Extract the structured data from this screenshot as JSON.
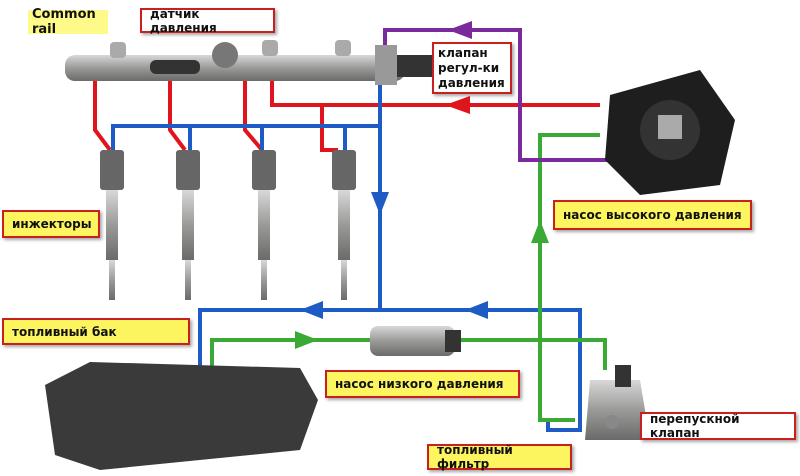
{
  "labels": {
    "common_rail": "Common rail",
    "pressure_sensor": "датчик давления",
    "pressure_valve": "клапан\nрегул-ки\nдавления",
    "high_pressure_pump": "насос высокого давления",
    "injectors": "инжекторы",
    "fuel_tank": "топливный бак",
    "low_pressure_pump": "насос низкого давления",
    "bypass_valve": "перепускной клапан",
    "fuel_filter": "топливный фильтр"
  },
  "colors": {
    "high_pressure": "#e0141c",
    "return": "#1f5bc4",
    "supply": "#3aaa35",
    "control": "#7a2a9a",
    "label_fill": "#fcf55f",
    "label_border": "#c8201e"
  }
}
